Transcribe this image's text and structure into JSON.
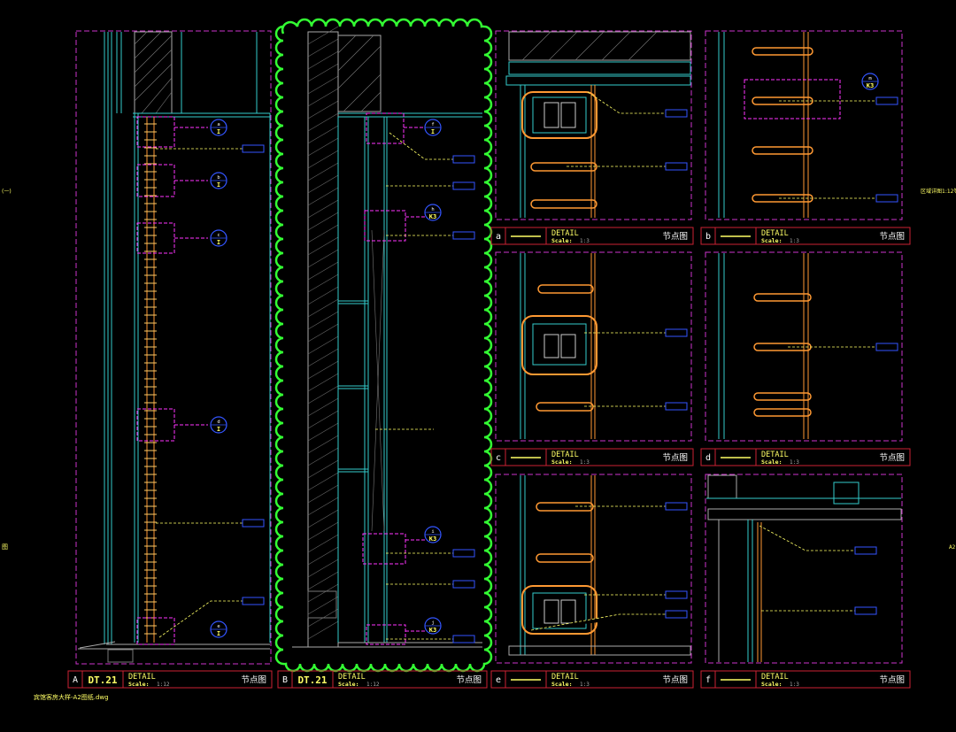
{
  "drawing": {
    "file_label": "宾馆客房大样-A2图纸.dwg",
    "left_edge_label": "(一)",
    "right_edge_label": "区域详图1:12等",
    "left_side_text": "图",
    "right_side_text": "A2"
  },
  "title_blocks": [
    {
      "id": "A",
      "letter": "A",
      "code": "DT.21",
      "detail": "DETAIL",
      "scale_label": "Scale:",
      "scale_value": "1:12",
      "title": "节点图"
    },
    {
      "id": "B",
      "letter": "B",
      "code": "DT.21",
      "detail": "DETAIL",
      "scale_label": "Scale:",
      "scale_value": "1:12",
      "title": "节点图"
    },
    {
      "id": "a",
      "letter": "a",
      "code": "",
      "detail": "DETAIL",
      "scale_label": "Scale:",
      "scale_value": "1:3",
      "title": "节点图"
    },
    {
      "id": "b",
      "letter": "b",
      "code": "",
      "detail": "DETAIL",
      "scale_label": "Scale:",
      "scale_value": "1:3",
      "title": "节点图"
    },
    {
      "id": "c",
      "letter": "c",
      "code": "",
      "detail": "DETAIL",
      "scale_label": "Scale:",
      "scale_value": "1:3",
      "title": "节点图"
    },
    {
      "id": "d",
      "letter": "d",
      "code": "",
      "detail": "DETAIL",
      "scale_label": "Scale:",
      "scale_value": "1:3",
      "title": "节点图"
    },
    {
      "id": "e",
      "letter": "e",
      "code": "",
      "detail": "DETAIL",
      "scale_label": "Scale:",
      "scale_value": "1:3",
      "title": "节点图"
    },
    {
      "id": "f",
      "letter": "f",
      "code": "",
      "detail": "DETAIL",
      "scale_label": "Scale:",
      "scale_value": "1:3",
      "title": "节点图"
    }
  ],
  "detail_markers": [
    {
      "id": "a",
      "top": "a",
      "bottom": "I"
    },
    {
      "id": "b",
      "top": "b",
      "bottom": "I"
    },
    {
      "id": "c",
      "top": "c",
      "bottom": "I"
    },
    {
      "id": "d",
      "top": "d",
      "bottom": "I"
    },
    {
      "id": "e",
      "top": "e",
      "bottom": "I"
    },
    {
      "id": "f",
      "top": "f",
      "bottom": "I"
    },
    {
      "id": "h",
      "top": "h",
      "bottom": "K3"
    },
    {
      "id": "i",
      "top": "i",
      "bottom": "K3"
    },
    {
      "id": "j",
      "top": "j",
      "bottom": "K3"
    },
    {
      "id": "m",
      "top": "m",
      "bottom": "K3"
    }
  ],
  "colors": {
    "background": "#000000",
    "frame": "#cc33cc",
    "titleblock": "#cc2233",
    "detail_box": "#ff33ff",
    "leader": "#ffff66",
    "tag": "#3355ff",
    "marker": "#3355ff",
    "cyan": "#33cccc",
    "orange": "#ff9933",
    "green_cloud": "#33ff33",
    "gray": "#9a9a9a",
    "text_yellow": "#ffff66",
    "text_white": "#ffffff"
  }
}
